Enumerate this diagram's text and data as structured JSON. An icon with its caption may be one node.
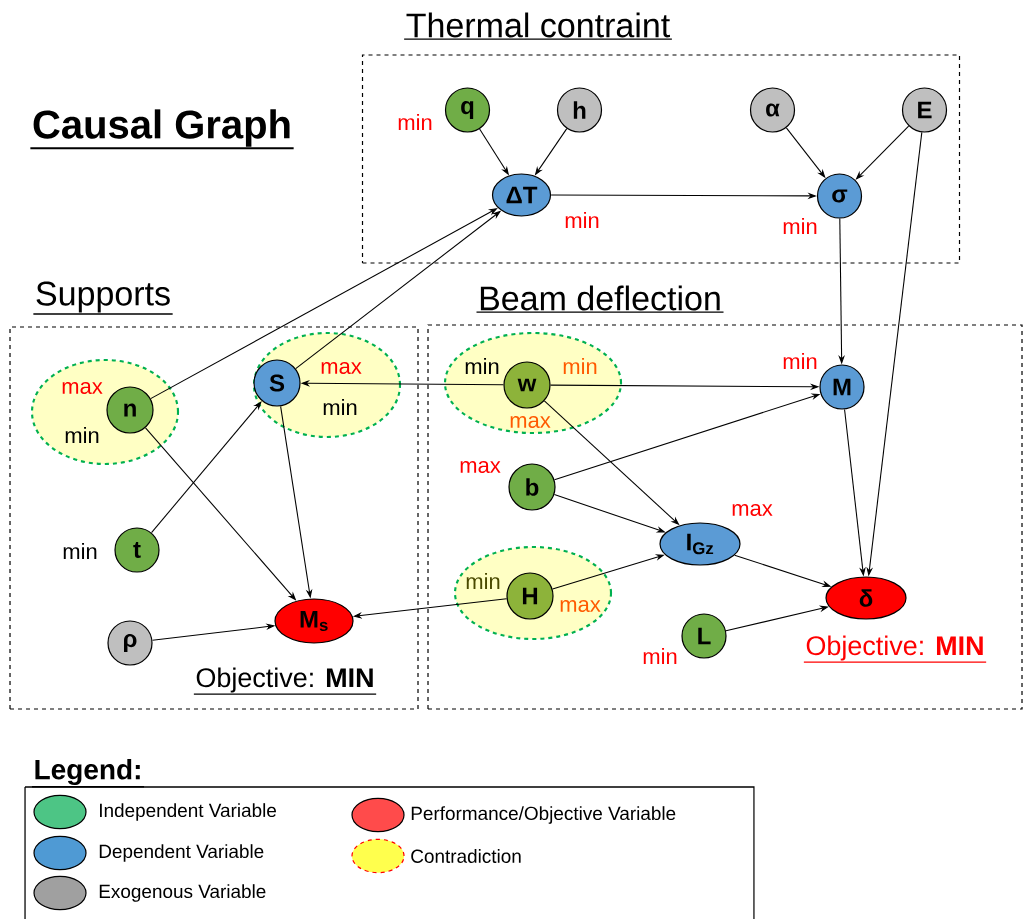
{
  "diagram": {
    "title": "Causal Graph",
    "nodes": [
      {
        "text": [
          "Thermal contraint"
        ]
      },
      {
        "text": [
          "q"
        ],
        "in": 0,
        "beside": [
          "min"
        ]
      },
      {
        "text": [
          "h"
        ],
        "in": 0
      },
      {
        "text": [
          "α"
        ],
        "in": 0
      },
      {
        "text": [
          "E"
        ],
        "in": 0
      },
      {
        "text": [
          "ΔT"
        ],
        "in": 0,
        "beside": [
          "min"
        ]
      },
      {
        "text": [
          "σ"
        ],
        "in": 0,
        "beside": [
          "min"
        ]
      },
      {
        "text": [
          "Supports",
          "Objective: **MIN**"
        ]
      },
      {
        "text": [],
        "shape": "ellipse",
        "in": 7
      },
      {
        "text": [
          "n"
        ],
        "in": 8,
        "beside": [
          "max",
          "min"
        ]
      },
      {
        "text": [],
        "shape": "ellipse",
        "in": 7
      },
      {
        "text": [
          "S"
        ],
        "in": 10,
        "beside": [
          "max",
          "min"
        ]
      },
      {
        "text": [
          "t"
        ],
        "in": 7,
        "beside": [
          "min"
        ]
      },
      {
        "text": [
          "ρ"
        ],
        "in": 7
      },
      {
        "text": [
          "M$_{s}$"
        ],
        "in": 7
      },
      {
        "text": [
          "Beam deflection",
          "Objective: **MIN**"
        ]
      },
      {
        "text": [],
        "shape": "ellipse",
        "in": 15
      },
      {
        "text": [
          "w"
        ],
        "in": 16,
        "beside": [
          "min",
          "min",
          "max"
        ]
      },
      {
        "text": [
          "M"
        ],
        "in": 15,
        "beside": [
          "min"
        ]
      },
      {
        "text": [
          "b"
        ],
        "in": 15,
        "beside": [
          "max"
        ]
      },
      {
        "text": [
          "I$_{Gz}$"
        ],
        "in": 15,
        "beside": [
          "max"
        ]
      },
      {
        "text": [],
        "shape": "ellipse",
        "in": 15
      },
      {
        "text": [
          "H"
        ],
        "in": 21,
        "beside": [
          "min",
          "max"
        ]
      },
      {
        "text": [
          "δ"
        ],
        "in": 15
      },
      {
        "text": [
          "L"
        ],
        "in": 15,
        "beside": [
          "min"
        ]
      }
    ],
    "edges": [
      {
        "from": 1,
        "to": 5,
        "arrow": "to"
      },
      {
        "from": 2,
        "to": 5,
        "arrow": "to"
      },
      {
        "from": 3,
        "to": 6,
        "arrow": "to"
      },
      {
        "from": 4,
        "to": 6,
        "arrow": "to"
      },
      {
        "from": 5,
        "to": 6,
        "arrow": "to"
      },
      {
        "from": 9,
        "to": 5,
        "arrow": "to"
      },
      {
        "from": 11,
        "to": 5,
        "arrow": "to"
      },
      {
        "from": 4,
        "to": 23,
        "arrow": "to"
      },
      {
        "from": 6,
        "to": 18,
        "arrow": "to"
      },
      {
        "from": 17,
        "to": 11,
        "arrow": "to"
      },
      {
        "from": 17,
        "to": 18,
        "arrow": "to"
      },
      {
        "from": 17,
        "to": 20,
        "arrow": "to"
      },
      {
        "from": 19,
        "to": 18,
        "arrow": "to"
      },
      {
        "from": 19,
        "to": 20,
        "arrow": "to"
      },
      {
        "from": 22,
        "to": 20,
        "arrow": "to"
      },
      {
        "from": 22,
        "to": 14,
        "arrow": "to"
      },
      {
        "from": 9,
        "to": 14,
        "arrow": "to"
      },
      {
        "from": 12,
        "to": 11,
        "arrow": "to"
      },
      {
        "from": 11,
        "to": 14,
        "arrow": "to"
      },
      {
        "from": 13,
        "to": 14,
        "arrow": "to"
      },
      {
        "from": 18,
        "to": 23,
        "arrow": "to"
      },
      {
        "from": 20,
        "to": 23,
        "arrow": "to"
      },
      {
        "from": 24,
        "to": 23,
        "arrow": "to"
      }
    ],
    "labels": [
      "Legend:"
    ],
    "legend": [
      {
        "text": "Independent Variable",
        "color": "#4dc585"
      },
      {
        "text": "Dependent Variable",
        "color": "#4f9ad4"
      },
      {
        "text": "Exogenous Variable",
        "color": "#a0a0a0"
      },
      {
        "text": "Performance/Objective Variable",
        "color": "#ff4b4b"
      },
      {
        "text": "Contradiction",
        "color": "#ffff4d"
      }
    ]
  }
}
